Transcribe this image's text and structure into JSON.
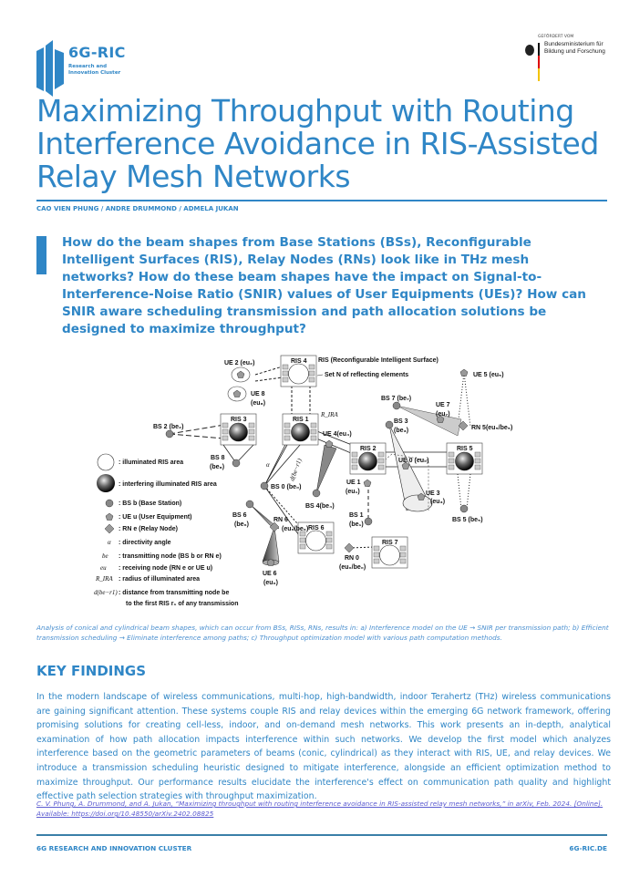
{
  "header": {
    "logo": {
      "name": "6G-RIC",
      "subtitle": "Research and Innovation Cluster"
    },
    "funder": {
      "funded_by": "GEFÖRDERT VOM",
      "ministry": "Bundesministerium für Bildung und Forschung"
    }
  },
  "title": "Maximizing Throughput with Routing Interference Avoidance in RIS-Assisted Relay Mesh Networks",
  "authors": "CAO VIEN PHUNG / ANDRE DRUMMOND / ADMELA JUKAN",
  "question": "How do the beam shapes from Base Stations (BSs), Reconfigurable Intelligent Surfaces (RIS), Relay Nodes (RNs) look like in THz mesh networks? How do these beam shapes have the impact on Signal-to-Interference-Noise Ratio (SNIR) values of User Equipments (UEs)? How can SNIR aware scheduling transmission and path allocation solutions be designed to maximize throughput?",
  "diagram": {
    "ris_labels": [
      "RIS 4",
      "RIS 3",
      "RIS 1",
      "RIS 2",
      "RIS 5",
      "RIS 6",
      "RIS 7"
    ],
    "annotations": [
      "RIS (Reconfigurable Intelligent Surface)",
      "Set N of reflecting elements",
      "R_IRA",
      "α",
      "d(be−r1)"
    ],
    "node_labels": [
      "UE 2 (eu₂)",
      "UE 8",
      "(eu₈)",
      "BS 2 (be₂)",
      "BS 8",
      "(be₈)",
      "BS 0 (be₀)",
      "BS 4(be₄)",
      "UE 4(eu₄)",
      "UE 1",
      "(eu₁)",
      "BS 1",
      "(be₁)",
      "BS 3",
      "(be₃)",
      "UE 3",
      "(eu₃)",
      "BS 7 (be₇)",
      "UE 7",
      "(eu₇)",
      "RN 5(eu₅/be₅)",
      "UE 5 (eu₅)",
      "BS 5 (be₅)",
      "UE 0 (eu₀)",
      "BS 6",
      "(be₆)",
      "RN 6",
      "(eu₆/be₆)",
      "UE 6",
      "(eu₆)",
      "RN 0",
      "(eu₀/be₀)"
    ],
    "legend": [
      ": illuminated RIS area",
      ": interfering illuminated RIS area",
      ": BS b (Base Station)",
      ": UE u (User Equipment)",
      ": RN e (Relay Node)",
      ": directivity angle",
      ": transmitting node (BS b or RN e)",
      ": receiving node (RN e or UE u)",
      ": radius of illuminated area",
      ": distance from transmitting node be",
      "to the first RIS r₁ of any transmission"
    ],
    "legend_symbols": [
      "α",
      "be",
      "eu",
      "R_IRA",
      "d(be−r1)"
    ]
  },
  "caption": "Analysis of conical and cylindrical beam shapes, which can occur from BSs, RISs, RNs, results in: a) Interference model on the UE → SNIR per transmission path; b) Efficient transmission scheduling → Eliminate interference among paths; c) Throughput optimization model with various path computation methods.",
  "key_findings": {
    "heading": "KEY FINDINGS",
    "body": "In the modern landscape of wireless communications, multi-hop, high-bandwidth, indoor Terahertz (THz) wireless communications are gaining significant attention. These systems couple RIS and relay devices within the emerging 6G network framework, offering promising solutions for creating cell-less, indoor, and on-demand mesh networks. This work presents an in-depth, analytical examination of how path allocation impacts interference within such networks. We develop the first model which analyzes interference based on the geometric parameters of beams (conic, cylindrical) as they interact with  RIS, UE, and relay devices. We introduce a transmission scheduling heuristic designed to mitigate interference, alongside an efficient optimization method to maximize throughput. Our performance results elucidate the interference's effect on communication path quality and highlight effective path selection strategies with throughput maximization."
  },
  "citation": "C. V. Phung, A. Drummond, and A. Jukan, “Maximizing throughput with routing interference avoidance in RIS-assisted relay mesh networks,” in arXiv, Feb. 2024. [Online]. Available: https://doi.org/10.48550/arXiv.2402.08825",
  "footer": {
    "left": "6G RESEARCH AND INNOVATION CLUSTER",
    "right": "6G-RIC.DE"
  },
  "colors": {
    "brand_blue": "#2f86c6",
    "link": "#5b5bd0"
  }
}
